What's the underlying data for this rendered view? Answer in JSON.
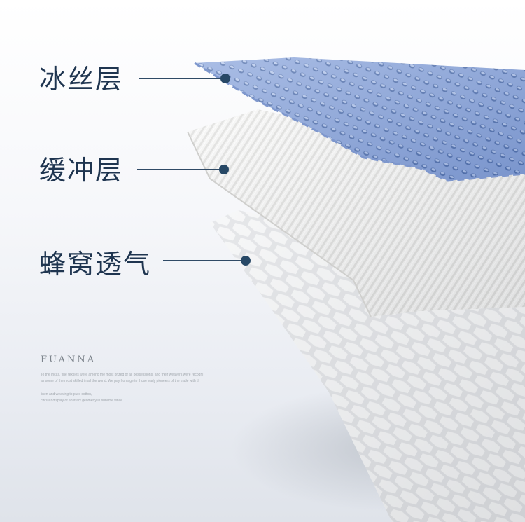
{
  "layers": [
    {
      "label": "冰丝层",
      "color": "#8fa8dc"
    },
    {
      "label": "缓冲层",
      "color": "#ececeb"
    },
    {
      "label": "蜂窝透气",
      "color": "#e4e5e7"
    }
  ],
  "brand": {
    "name": "FUANNA",
    "lines": [
      "To the Incas, fine textiles were among the most prized of all possessions, and their weavers were recogni",
      "as some of the most skilled in all the world. We pay homage to those early pioneers of the trade with th",
      "linen and weaving to pure cotton,",
      "circular display of abstract geometry in sublime white."
    ]
  },
  "accent_color": "#274866"
}
